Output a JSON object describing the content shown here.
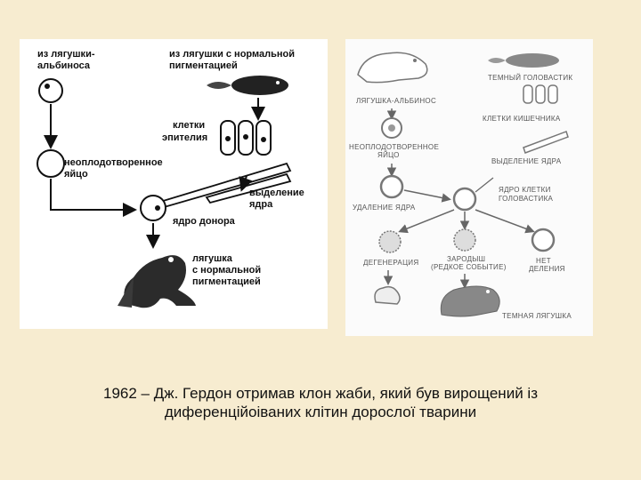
{
  "left_diagram": {
    "albino_source": [
      "из лягушки-",
      "альбиноса"
    ],
    "normal_source": [
      "из лягушки с нормальной",
      "пигментацией"
    ],
    "epithelium_cells": [
      "клетки",
      "эпителия"
    ],
    "unfertilized_egg": [
      "неоплодотворенное",
      "яйцо"
    ],
    "nucleus_extraction": [
      "выделение",
      "ядра"
    ],
    "donor_nucleus": "ядро донора",
    "result_frog": [
      "лягушка",
      "с нормальной",
      "пигментацией"
    ]
  },
  "right_diagram": {
    "dark_tadpole": "ТЕМНЫЙ ГОЛОВАСТИК",
    "albino_frog": "ЛЯГУШКА-АЛЬБИНОС",
    "intestine_cells": "КЛЕТКИ КИШЕЧНИКА",
    "unfertilized_egg": [
      "НЕОПЛОДОТВОРЕННОЕ",
      "ЯЙЦО"
    ],
    "nucleus_extraction": "ВЫДЕЛЕНИЕ ЯДРА",
    "nucleus_removal": "УДАЛЕНИЕ ЯДРА",
    "tadpole_cell_nucleus": [
      "ЯДРО КЛЕТКИ",
      "ГОЛОВАСТИКА"
    ],
    "degeneration": "ДЕГЕНЕРАЦИЯ",
    "embryo": [
      "ЗАРОДЫШ",
      "(РЕДКОЕ СОБЫТИЕ)"
    ],
    "no_division": [
      "НЕТ",
      "ДЕЛЕНИЯ"
    ],
    "dark_frog": "ТЕМНАЯ ЛЯГУШКА"
  },
  "caption": {
    "line1": "1962 – Дж. Гердон отримав клон жаби, який був вирощений із",
    "line2": "диференційоіваних клітин дорослої тварини"
  }
}
